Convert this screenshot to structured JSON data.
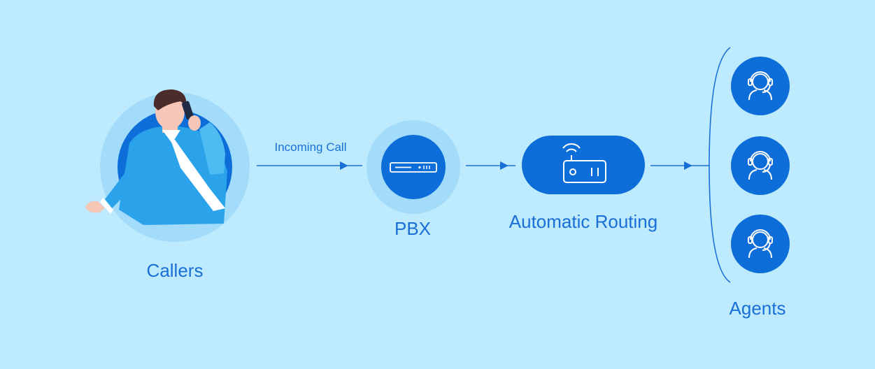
{
  "colors": {
    "background": "#bdeafd",
    "halo": "#a3dcfa",
    "node_fill": "#0d6ed9",
    "arrow": "#1a6fd6",
    "label_text": "#1a6fd6",
    "icon_stroke": "#ffffff"
  },
  "nodes": {
    "callers": {
      "label": "Callers",
      "icon": "caller-person-illustration"
    },
    "pbx": {
      "label": "PBX",
      "icon": "pbx-device-icon"
    },
    "routing": {
      "label": "Automatic Routing",
      "icon": "router-icon"
    },
    "agents": {
      "label": "Agents",
      "icon": "agent-headset-icon",
      "count": 3
    }
  },
  "edges": {
    "incoming": {
      "label": "Incoming Call"
    }
  }
}
